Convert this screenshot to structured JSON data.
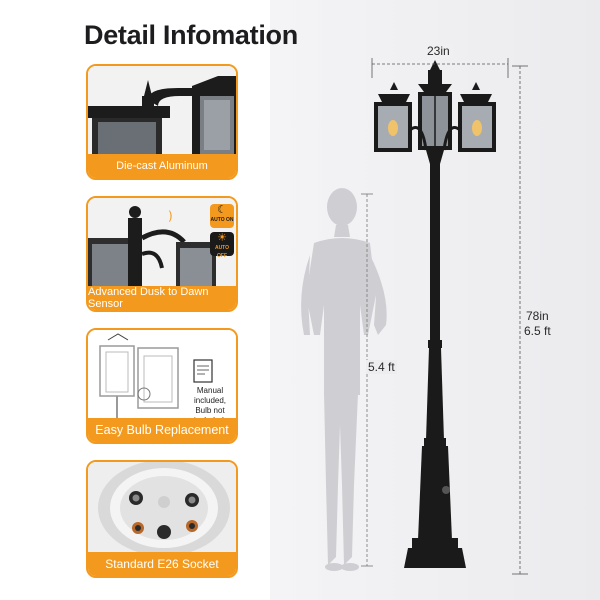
{
  "title": "Detail Infomation",
  "cards": [
    {
      "caption": "Die-cast Aluminum"
    },
    {
      "caption": "Advanced Dusk to Dawn Sensor",
      "badge_on": "AUTO ON",
      "badge_off": "AUTO OFF"
    },
    {
      "caption": "Easy Bulb Replacement",
      "note_line1": "Manual included,",
      "note_line2": "Bulb not included."
    },
    {
      "caption": "Standard E26 Socket"
    }
  ],
  "dimensions": {
    "width": "23in",
    "height_in": "78in",
    "height_ft": "6.5 ft",
    "person_height": "5.4 ft"
  },
  "colors": {
    "accent": "#f39a1e",
    "lamp": "#1a1a1a",
    "silhouette": "#cfcfd3"
  }
}
